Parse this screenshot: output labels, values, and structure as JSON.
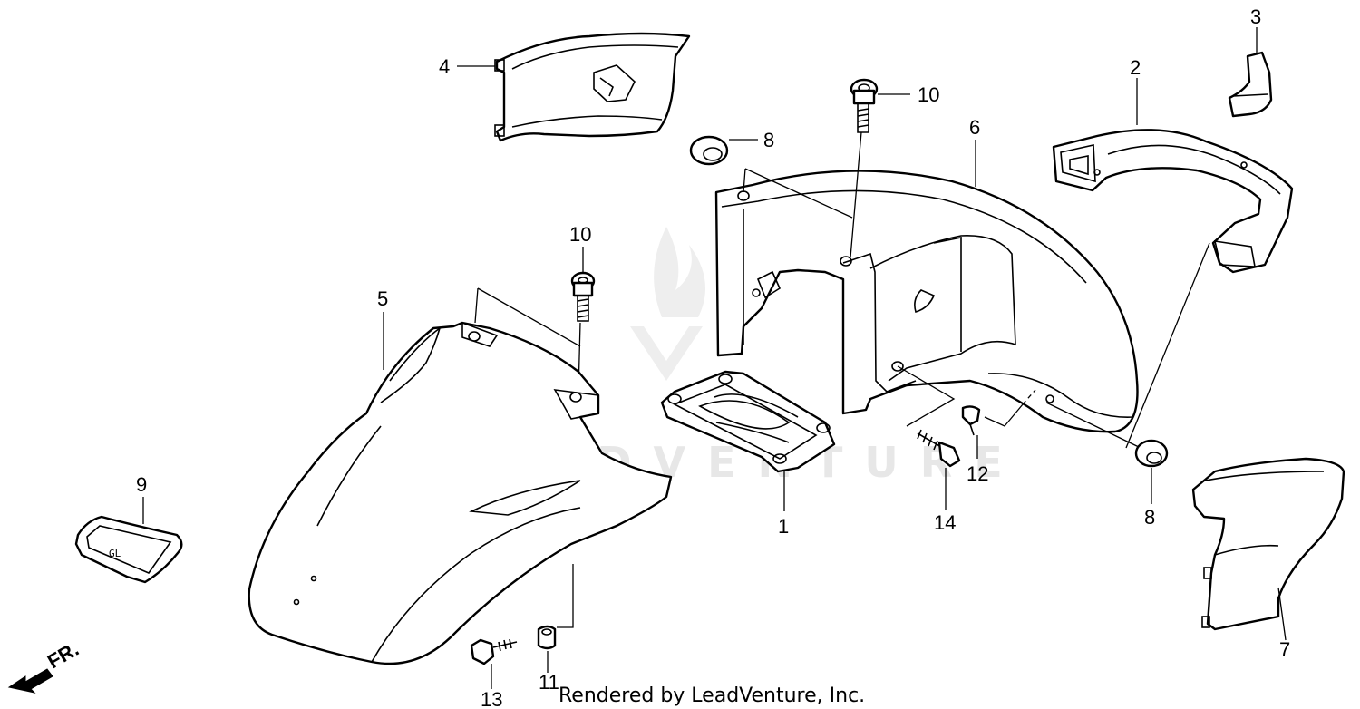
{
  "diagram": {
    "callouts": {
      "p1": "1",
      "p2": "2",
      "p3": "3",
      "p4": "4",
      "p5": "5",
      "p6": "6",
      "p7": "7",
      "p8a": "8",
      "p8b": "8",
      "p9": "9",
      "p10a": "10",
      "p10b": "10",
      "p11": "11",
      "p12": "12",
      "p13": "13",
      "p14": "14"
    },
    "direction_label": "FR.",
    "credit": "Rendered by LeadVenture, Inc.",
    "watermark": "LEADVENTURE",
    "emblem_text": "GL"
  }
}
